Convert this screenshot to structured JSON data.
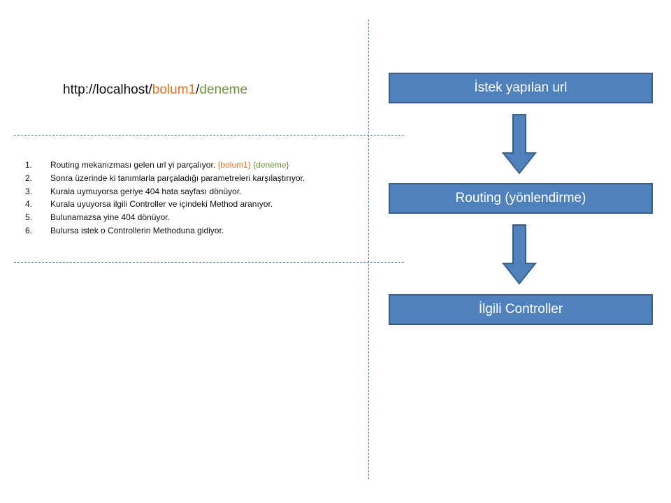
{
  "url_example": {
    "prefix": "http://localhost/",
    "segment1": "bolum1",
    "separator": "/",
    "segment2": "deneme",
    "segment1_color": "#e3731c",
    "segment2_color": "#6e9440"
  },
  "steps": [
    {
      "number": "1.",
      "text": "Routing mekanızması gelen url yi parçalıyor. ",
      "param1": "{bolum1}",
      "param2": "{deneme}"
    },
    {
      "number": "2.",
      "text": "Sonra üzerinde ki tanımlarla parçaladığı parametreleri karşılaştırıyor."
    },
    {
      "number": "3.",
      "text": "Kurala uymuyorsa geriye 404 hata sayfası dönüyor."
    },
    {
      "number": "4.",
      "text": "Kurala uyuyorsa ilgili Controller ve içindeki Method aranıyor."
    },
    {
      "number": "5.",
      "text": "Bulunamazsa yine 404 dönüyor."
    },
    {
      "number": "6.",
      "text": "Bulursa istek o Controllerin Methoduna gidiyor."
    }
  ],
  "flow": {
    "box_color": "#4f81bd",
    "boxes": [
      {
        "label": "İstek yapılan url"
      },
      {
        "label": "Routing (yönlendirme)"
      },
      {
        "label": "İlgili Controller"
      }
    ],
    "arrows": [
      "down-arrow",
      "down-arrow"
    ]
  }
}
